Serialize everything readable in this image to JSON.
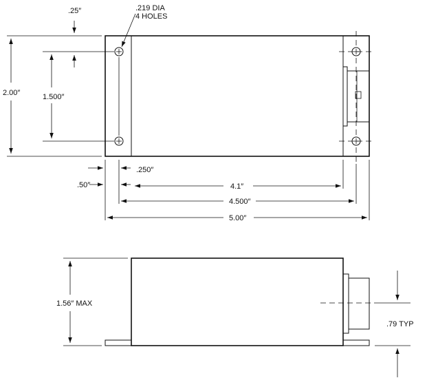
{
  "labels": {
    "hole_offset": ".25″",
    "hole_spec_1": ".219 DIA",
    "hole_spec_2": "4 HOLES",
    "overall_height": "2.00″",
    "hole_spacing_v": "1.500″",
    "flange_offset": ".250″",
    "edge_offset": ".50″",
    "body_length": "4.1″",
    "hole_spacing_h": "4.500″",
    "overall_length": "5.00″",
    "max_height": "1.56″ MAX",
    "connector_height": ".79 TYP"
  }
}
